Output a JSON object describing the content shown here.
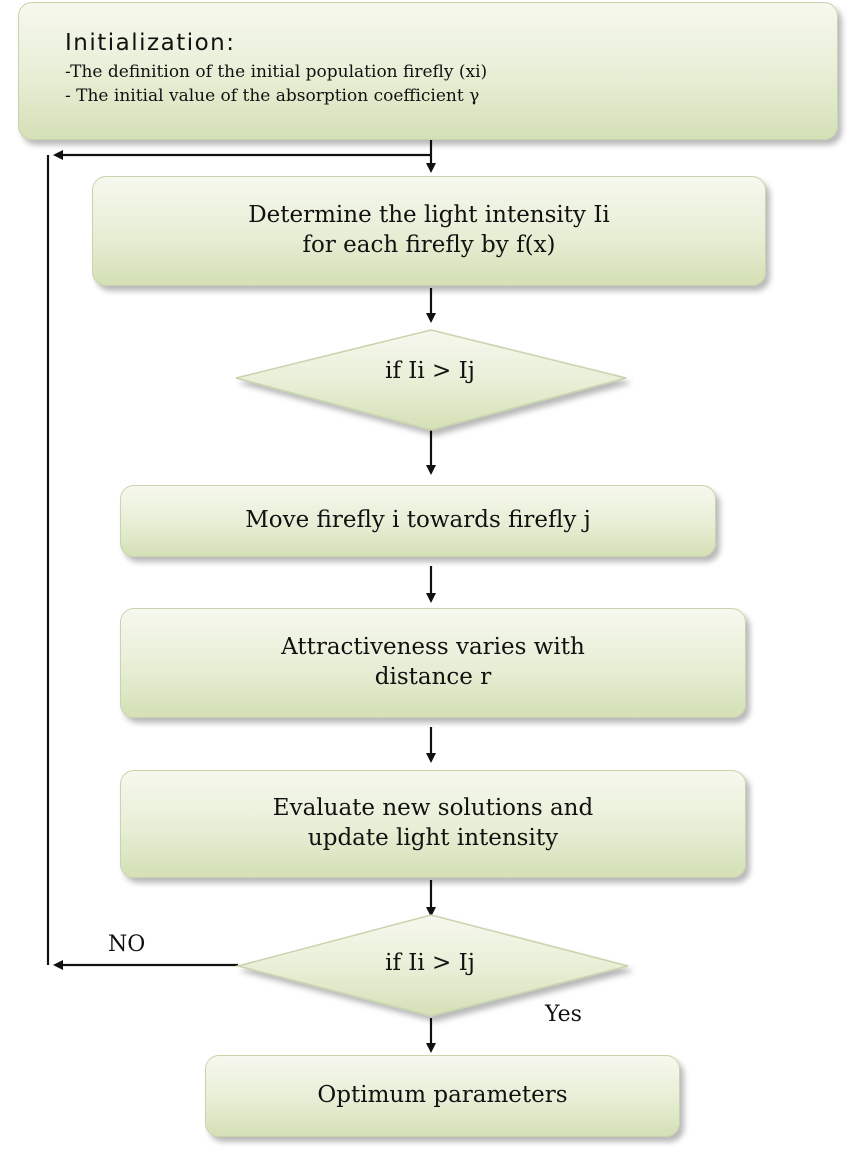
{
  "init": {
    "title": "Initialization:",
    "line1": "-The definition of the initial population firefly (xi)",
    "line2": "- The initial value of the absorption coefficient γ"
  },
  "step1": {
    "line1": "Determine the  light intensity Ii",
    "line2": "for each firefly by f(x)"
  },
  "decision1": {
    "label": "if  Ii > Ij"
  },
  "step2": {
    "label": "Move firefly i towards firefly j"
  },
  "step3": {
    "line1": "Attractiveness varies with",
    "line2": "distance r"
  },
  "step4": {
    "line1": "Evaluate new solutions and",
    "line2": "update light intensity"
  },
  "decision2": {
    "label": "if  Ii > Ij"
  },
  "edges": {
    "no": "NO",
    "yes": "Yes"
  },
  "terminal": {
    "label": "Optimum parameters"
  }
}
